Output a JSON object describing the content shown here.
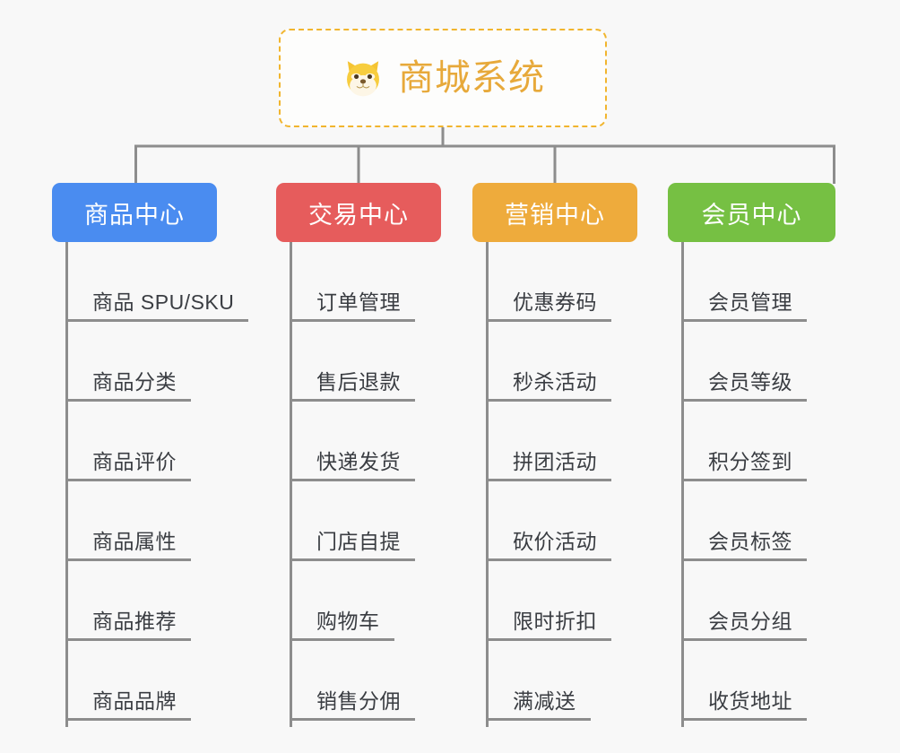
{
  "background_color": "#f8f8f8",
  "root": {
    "title": "商城系统",
    "icon": "shiba-dog-face-icon",
    "border_color": "#f1b52e",
    "text_color": "#e7a93a"
  },
  "connector_color": "#8d8d8d",
  "columns": [
    {
      "title": "商品中心",
      "color": "#4a8cf0",
      "leaves": [
        {
          "label": "商品 SPU/SKU"
        },
        {
          "label": "商品分类"
        },
        {
          "label": "商品评价"
        },
        {
          "label": "商品属性"
        },
        {
          "label": "商品推荐"
        },
        {
          "label": "商品品牌"
        }
      ]
    },
    {
      "title": "交易中心",
      "color": "#e65c5c",
      "leaves": [
        {
          "label": "订单管理"
        },
        {
          "label": "售后退款"
        },
        {
          "label": "快递发货"
        },
        {
          "label": "门店自提"
        },
        {
          "label": "购物车"
        },
        {
          "label": "销售分佣"
        }
      ]
    },
    {
      "title": "营销中心",
      "color": "#eeab3c",
      "leaves": [
        {
          "label": "优惠券码"
        },
        {
          "label": "秒杀活动"
        },
        {
          "label": "拼团活动"
        },
        {
          "label": "砍价活动"
        },
        {
          "label": "限时折扣"
        },
        {
          "label": "满减送"
        }
      ]
    },
    {
      "title": "会员中心",
      "color": "#76c043",
      "leaves": [
        {
          "label": "会员管理"
        },
        {
          "label": "会员等级"
        },
        {
          "label": "积分签到"
        },
        {
          "label": "会员标签"
        },
        {
          "label": "会员分组"
        },
        {
          "label": "收货地址"
        }
      ]
    }
  ]
}
